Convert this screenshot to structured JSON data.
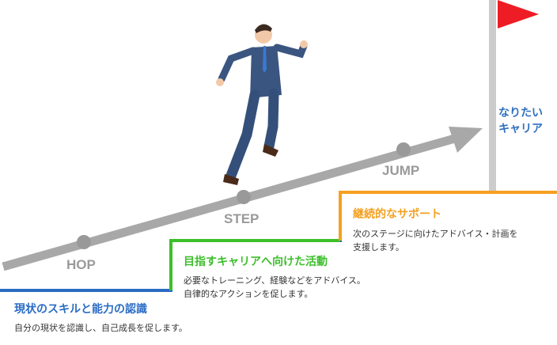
{
  "colors": {
    "hop": "#2a6cc4",
    "step": "#3cbf2a",
    "jump": "#f5a020",
    "arrow": "#a8a8a8",
    "flag": "#ee1c25",
    "pole": "#cccccc"
  },
  "stages": [
    {
      "label": "HOP",
      "title": "現状のスキルと能力の認識",
      "desc": [
        "自分の現状を認識し、自己成長を促します。"
      ]
    },
    {
      "label": "STEP",
      "title": "目指すキャリアへ向けた活動",
      "desc": [
        "必要なトレーニング、経験などをアドバイス。",
        "自律的なアクションを促します。"
      ]
    },
    {
      "label": "JUMP",
      "title": "継続的なサポート",
      "desc": [
        "次のステージに向けたアドバイス・計画を",
        "支援します。"
      ]
    }
  ],
  "goal": {
    "line1": "なりたい",
    "line2": "キャリア"
  }
}
